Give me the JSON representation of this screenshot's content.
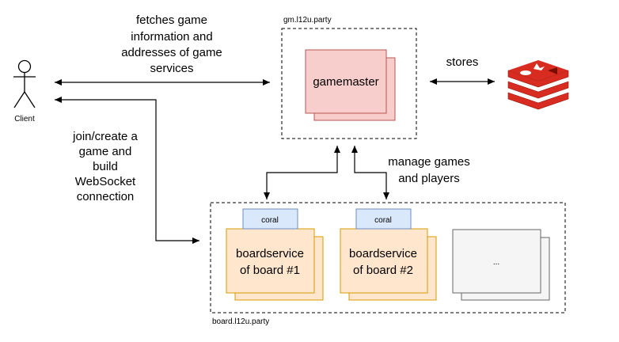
{
  "client": {
    "label": "Client"
  },
  "gamemaster": {
    "domain": "gm.l12u.party",
    "label": "gamemaster"
  },
  "store_label": "stores",
  "edges": {
    "client_gm": [
      "fetches game",
      "information and",
      "addresses of game",
      "services"
    ],
    "client_board": [
      "join/create a",
      "game and",
      "build",
      "WebSocket",
      "connection"
    ],
    "gm_board": [
      "manage games",
      "and players"
    ]
  },
  "board": {
    "domain": "board.l12u.party",
    "services": [
      {
        "tag": "coral",
        "lines": [
          "boardservice",
          "of board #1"
        ]
      },
      {
        "tag": "coral",
        "lines": [
          "boardservice",
          "of board #2"
        ]
      }
    ],
    "more": "..."
  },
  "colors": {
    "gamemaster_fill": "#f8cecc",
    "gamemaster_stroke": "#b85450",
    "board_fill": "#ffe6cc",
    "board_stroke": "#d79b00",
    "coral_fill": "#dae8fc",
    "coral_stroke": "#6c8ebf",
    "more_fill": "#f5f5f5",
    "more_stroke": "#666666",
    "redis": "#d82c20"
  }
}
